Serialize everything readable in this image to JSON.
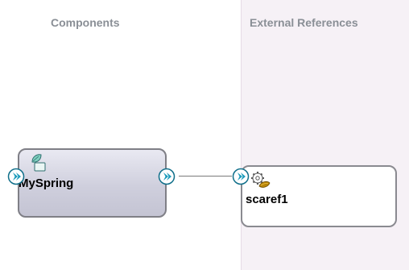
{
  "lanes": {
    "components_title": "Components",
    "references_title": "External References"
  },
  "component": {
    "name": "MySpring",
    "icon": "spring-leaf-icon"
  },
  "reference": {
    "name": "scaref1",
    "icon": "gear-reference-icon"
  },
  "colors": {
    "port_teal": "#1b9bbb",
    "component_fill": "#d3d3e0",
    "reference_lane": "#f6f1f6"
  }
}
